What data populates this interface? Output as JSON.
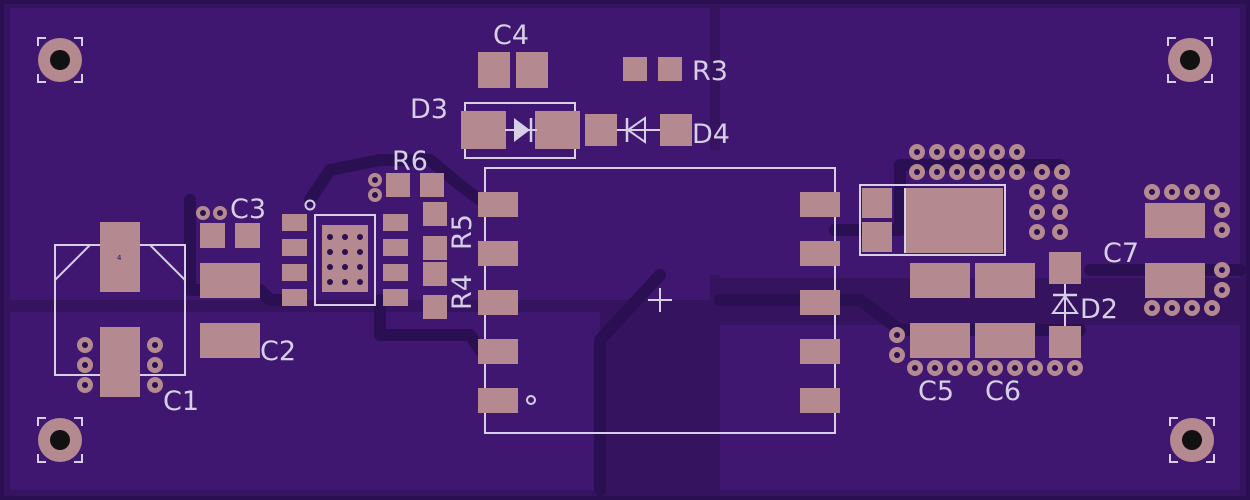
{
  "colors": {
    "board": "#36135e",
    "pour": "#3f1670",
    "pad": "#b48a90",
    "silk": "#d6cfe6",
    "hole": "#111111"
  },
  "labels": {
    "c1": "C1",
    "c2": "C2",
    "c3": "C3",
    "c4": "C4",
    "c5": "C5",
    "c6": "C6",
    "c7": "C7",
    "d2": "D2",
    "d3": "D3",
    "d4": "D4",
    "r3": "R3",
    "r4": "R4",
    "r5": "R5",
    "r6": "R6",
    "ic_pin1_mark": "4"
  },
  "icons": {
    "mounting_hole": "mounting-hole-icon",
    "diode": "diode-symbol-icon",
    "origin_cross": "origin-cross-icon"
  }
}
